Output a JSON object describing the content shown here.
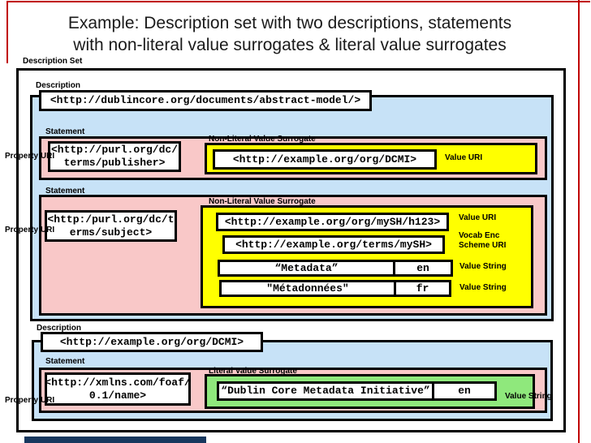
{
  "slide": {
    "title_line1": "Example: Description set with two descriptions, statements",
    "title_line2": "with non-literal value surrogates & literal value surrogates"
  },
  "labels": {
    "description_set": "Description Set",
    "description": "Description",
    "statement": "Statement",
    "property_uri": "Property URI",
    "value_uri": "Value URI",
    "vocab_enc_line1": "Vocab Enc",
    "vocab_enc_line2": "Scheme URI",
    "value_string": "Value String",
    "non_literal_value_surrogate": "Non-Literal Value Surrogate",
    "literal_value_surrogate": "Literal Value Surrogate"
  },
  "description1": {
    "uri": "<http://dublincore.org/documents/abstract-model/>",
    "statement1": {
      "property_uri_line1": "<http://purl.org/dc/",
      "property_uri_line2": "terms/publisher>",
      "value_uri": "<http://example.org/org/DCMI>"
    },
    "statement2": {
      "property_uri_line1": "<http:/purl.org/dc/t",
      "property_uri_line2": "erms/subject>",
      "value_uri": "<http://example.org/org/mySH/h123>",
      "vocab_enc_scheme_uri": "<http://example.org/terms/mySH>",
      "value_string_1": "“Metadata”",
      "lang_1": "en",
      "value_string_2": "\"Métadonnées\"",
      "lang_2": "fr"
    }
  },
  "description2": {
    "uri": "<http://example.org/org/DCMI>",
    "statement1": {
      "property_uri_line1": "<http://xmlns.com/foaf/",
      "property_uri_line2": "0.1/name>",
      "value_string": "“Dublin Core Metadata Initiative”",
      "lang": "en"
    }
  },
  "colors": {
    "description-bg": "#C7E2F7",
    "statement-bg": "#F9C8C8",
    "non-literal-bg": "#FFFF00",
    "literal-bg": "#8FE87C",
    "frame-red": "#C00000",
    "footer-navy": "#17375E"
  }
}
